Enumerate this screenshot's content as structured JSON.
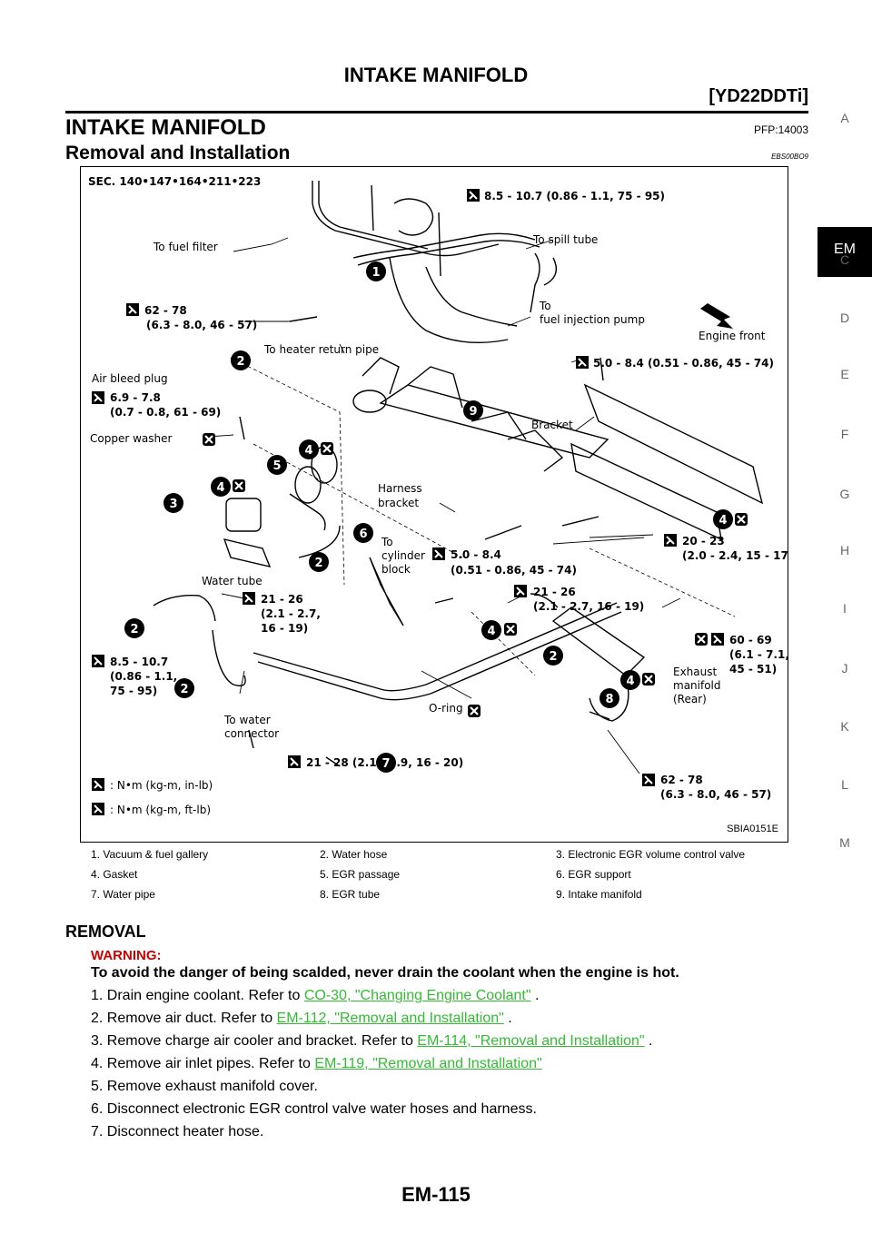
{
  "header": {
    "title": "INTAKE MANIFOLD",
    "model": "[YD22DDTi]"
  },
  "section": {
    "title": "INTAKE MANIFOLD",
    "code": "PFP:14003",
    "subtitle": "Removal and Installation",
    "subtitle_code": "EBS00BO9"
  },
  "side_index": {
    "letters": [
      "A",
      "C",
      "D",
      "E",
      "F",
      "G",
      "H",
      "I",
      "J",
      "K",
      "L",
      "M"
    ],
    "active": "EM"
  },
  "figure": {
    "sec": "SEC. 140•147•164•211•223",
    "code": "SBIA0151E",
    "labels": {
      "fuel_filter": "To fuel filter",
      "spill_tube": "To spill tube",
      "to": "To",
      "fuel_pump": "fuel injection pump",
      "engine_front": "Engine front",
      "heater_return": "To heater return pipe",
      "air_bleed": "Air bleed plug",
      "copper_washer": "Copper washer",
      "bracket": "Bracket",
      "harness": "Harness",
      "bracket2": "bracket",
      "cylinder": "cylinder",
      "block": "block",
      "water_tube": "Water tube",
      "to_water": "To water",
      "connector": "connector",
      "oring": "O-ring",
      "exhaust": "Exhaust",
      "manifold": "manifold",
      "rear": "(Rear)"
    },
    "torques": {
      "t1": "8.5 - 10.7 (0.86 - 1.1, 75 - 95)",
      "t2a": "62 - 78",
      "t2b": "(6.3 - 8.0, 46 - 57)",
      "t3": "5.0 - 8.4 (0.51 - 0.86, 45 - 74)",
      "t4a": "6.9 - 7.8",
      "t4b": "(0.7 - 0.8, 61 - 69)",
      "t5a": "20 - 23",
      "t5b": "(2.0 - 2.4, 15 - 17)",
      "t6a": "5.0 - 8.4",
      "t6b": "(0.51 - 0.86, 45 - 74)",
      "t7a": "21 - 26",
      "t7b": "(2.1 - 2.7, 16 - 19)",
      "t8a": "21 - 26",
      "t8b": "(2.1 - 2.7,",
      "t8c": "16 - 19)",
      "t9a": "60 - 69",
      "t9b": "(6.1 - 7.1,",
      "t9c": "45 - 51)",
      "t10a": "8.5 - 10.7",
      "t10b": "(0.86 - 1.1,",
      "t10c": "75 - 95)",
      "t11": "21 - 28 (2.1 - 2.9, 16 - 20)",
      "t12a": "62 - 78",
      "t12b": "(6.3 - 8.0, 46 - 57)"
    },
    "legend_units": {
      "inlb": ": N•m (kg-m, in-lb)",
      "ftlb": ": N•m (kg-m, ft-lb)"
    },
    "callouts": [
      "1",
      "2",
      "2",
      "2",
      "2",
      "2",
      "3",
      "4",
      "4",
      "4",
      "4",
      "4",
      "5",
      "6",
      "7",
      "8",
      "9"
    ]
  },
  "legend": [
    [
      "1.  Vacuum & fuel gallery",
      "2.  Water hose",
      "3.  Electronic EGR volume control valve"
    ],
    [
      "4.  Gasket",
      "5.  EGR passage",
      "6.  EGR support"
    ],
    [
      "7.  Water pipe",
      "8.  EGR tube",
      "9.  Intake manifold"
    ]
  ],
  "removal": {
    "heading": "REMOVAL",
    "warning_label": "WARNING:",
    "warning_text": "To avoid the danger of being scalded, never drain the coolant when the engine is hot.",
    "steps": [
      {
        "text": "1.  Drain engine coolant. Refer to ",
        "link": "CO-30, \"Changing Engine Coolant\"",
        "tail": " ."
      },
      {
        "text": "2.  Remove air duct. Refer to ",
        "link": "EM-112, \"Removal and Installation\"",
        "tail": " ."
      },
      {
        "text": "3.  Remove charge air cooler and bracket. Refer to ",
        "link": "EM-114, \"Removal and Installation\"",
        "tail": " ."
      },
      {
        "text": "4.  Remove air inlet pipes. Refer to ",
        "link": "EM-119, \"Removal and Installation\"",
        "tail": ""
      },
      {
        "text": "5.  Remove exhaust manifold cover.",
        "link": "",
        "tail": ""
      },
      {
        "text": "6.  Disconnect electronic EGR control valve water hoses and harness.",
        "link": "",
        "tail": ""
      },
      {
        "text": "7.  Disconnect heater hose.",
        "link": "",
        "tail": ""
      }
    ]
  },
  "page_number": "EM-115"
}
